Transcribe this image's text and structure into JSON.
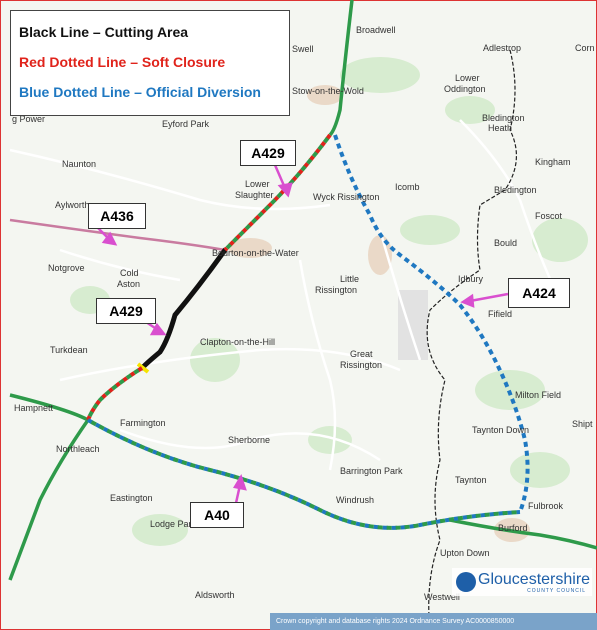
{
  "legend": {
    "black": "Black Line – Cutting Area",
    "red": "Red Dotted Line – Soft Closure",
    "blue": "Blue Dotted Line – Official Diversion"
  },
  "colors": {
    "legend_black": "#111111",
    "legend_red": "#e0231b",
    "legend_blue": "#1f78c1",
    "road_green": "#2e9a4a",
    "road_pink": "#c97ba0",
    "arrow": "#d94fcf",
    "footer": "#7aa3c9",
    "logo": "#1e5fa8"
  },
  "callouts": {
    "a429_top": "A429",
    "a436": "A436",
    "a429_mid": "A429",
    "a424": "A424",
    "a40": "A40"
  },
  "places": {
    "broadwell": "Broadwell",
    "adlestrop": "Adlestrop",
    "corn": "Corn",
    "swell": "Swell",
    "stow": "Stow-on-the-Wold",
    "lower_oddington": "Lower",
    "lower_oddington2": "Oddington",
    "eyford": "Eyford Park",
    "gpower": "g Power",
    "bledington_heath": "Bledington",
    "bledington_heath2": "Heath",
    "kingham": "Kingham",
    "naunton": "Naunton",
    "lower_slaughter": "Lower",
    "lower_slaughter2": "Slaughter",
    "icomb": "Icomb",
    "bledington": "Bledington",
    "aylworth": "Aylworth",
    "wyck": "Wyck Rissington",
    "foscot": "Foscot",
    "bould": "Bould",
    "bourton": "Bourton-on-the-Water",
    "notgrove": "Notgrove",
    "cold_aston": "Cold",
    "cold_aston2": "Aston",
    "little_rissington": "Little",
    "little_rissington2": "Rissington",
    "idbury": "Idbury",
    "fifield": "Fifield",
    "turkdean": "Turkdean",
    "clapton": "Clapton-on-the-Hill",
    "great_rissington": "Great",
    "great_rissington2": "Rissington",
    "milton": "Milton Field",
    "hampnett": "Hampnett",
    "farmington": "Farmington",
    "shipton": "Shipt",
    "northleach": "Northleach",
    "sherborne": "Sherborne",
    "taynton_down": "Taynton Down",
    "barrington": "Barrington Park",
    "taynton": "Taynton",
    "eastington": "Eastington",
    "windrush": "Windrush",
    "fulbrook": "Fulbrook",
    "lodge_park": "Lodge Park",
    "burford": "Burford",
    "upton_down": "Upton Down",
    "aldsworth": "Aldsworth",
    "westwell": "Westwell"
  },
  "footer": "Crown copyright and database rights 2024 Ordnance Survey AC0000850000",
  "logo": {
    "name": "Gloucestershire",
    "sub": "COUNTY COUNCIL"
  }
}
